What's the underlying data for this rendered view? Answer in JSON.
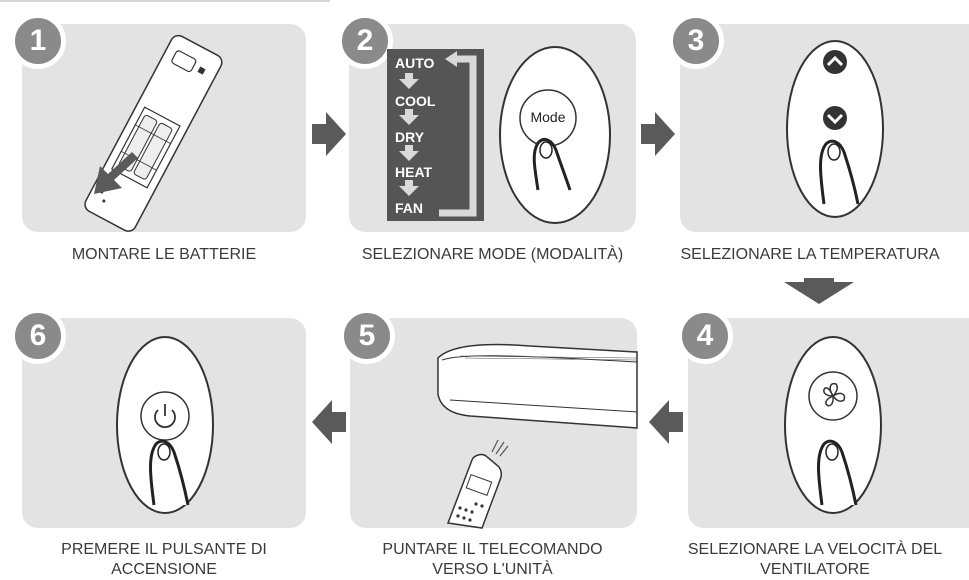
{
  "steps": [
    {
      "number": "1",
      "caption": "MONTARE LE BATTERIE"
    },
    {
      "number": "2",
      "caption": "SELEZIONARE MODE (MODALITÀ)"
    },
    {
      "number": "3",
      "caption": "SELEZIONARE LA TEMPERATURA"
    },
    {
      "number": "4",
      "caption": "SELEZIONARE LA VELOCITÀ DEL\nVENTILATORE"
    },
    {
      "number": "5",
      "caption": "PUNTARE IL TELECOMANDO\nVERSO L'UNITÀ"
    },
    {
      "number": "6",
      "caption": "PREMERE IL PULSANTE DI\nACCENSIONE"
    }
  ],
  "modes": [
    "AUTO",
    "COOL",
    "DRY",
    "HEAT",
    "FAN"
  ],
  "mode_button_label": "Mode",
  "colors": {
    "panel": "#e3e3e3",
    "badge": "#8a8a8a",
    "arrow": "#5a5a5a",
    "mode_box": "#555555"
  },
  "icons": [
    "battery-remote-icon",
    "mode-list-icon",
    "mode-button-icon",
    "temperature-up-icon",
    "temperature-down-icon",
    "fan-icon",
    "indoor-unit-icon",
    "power-icon",
    "finger-icon"
  ]
}
